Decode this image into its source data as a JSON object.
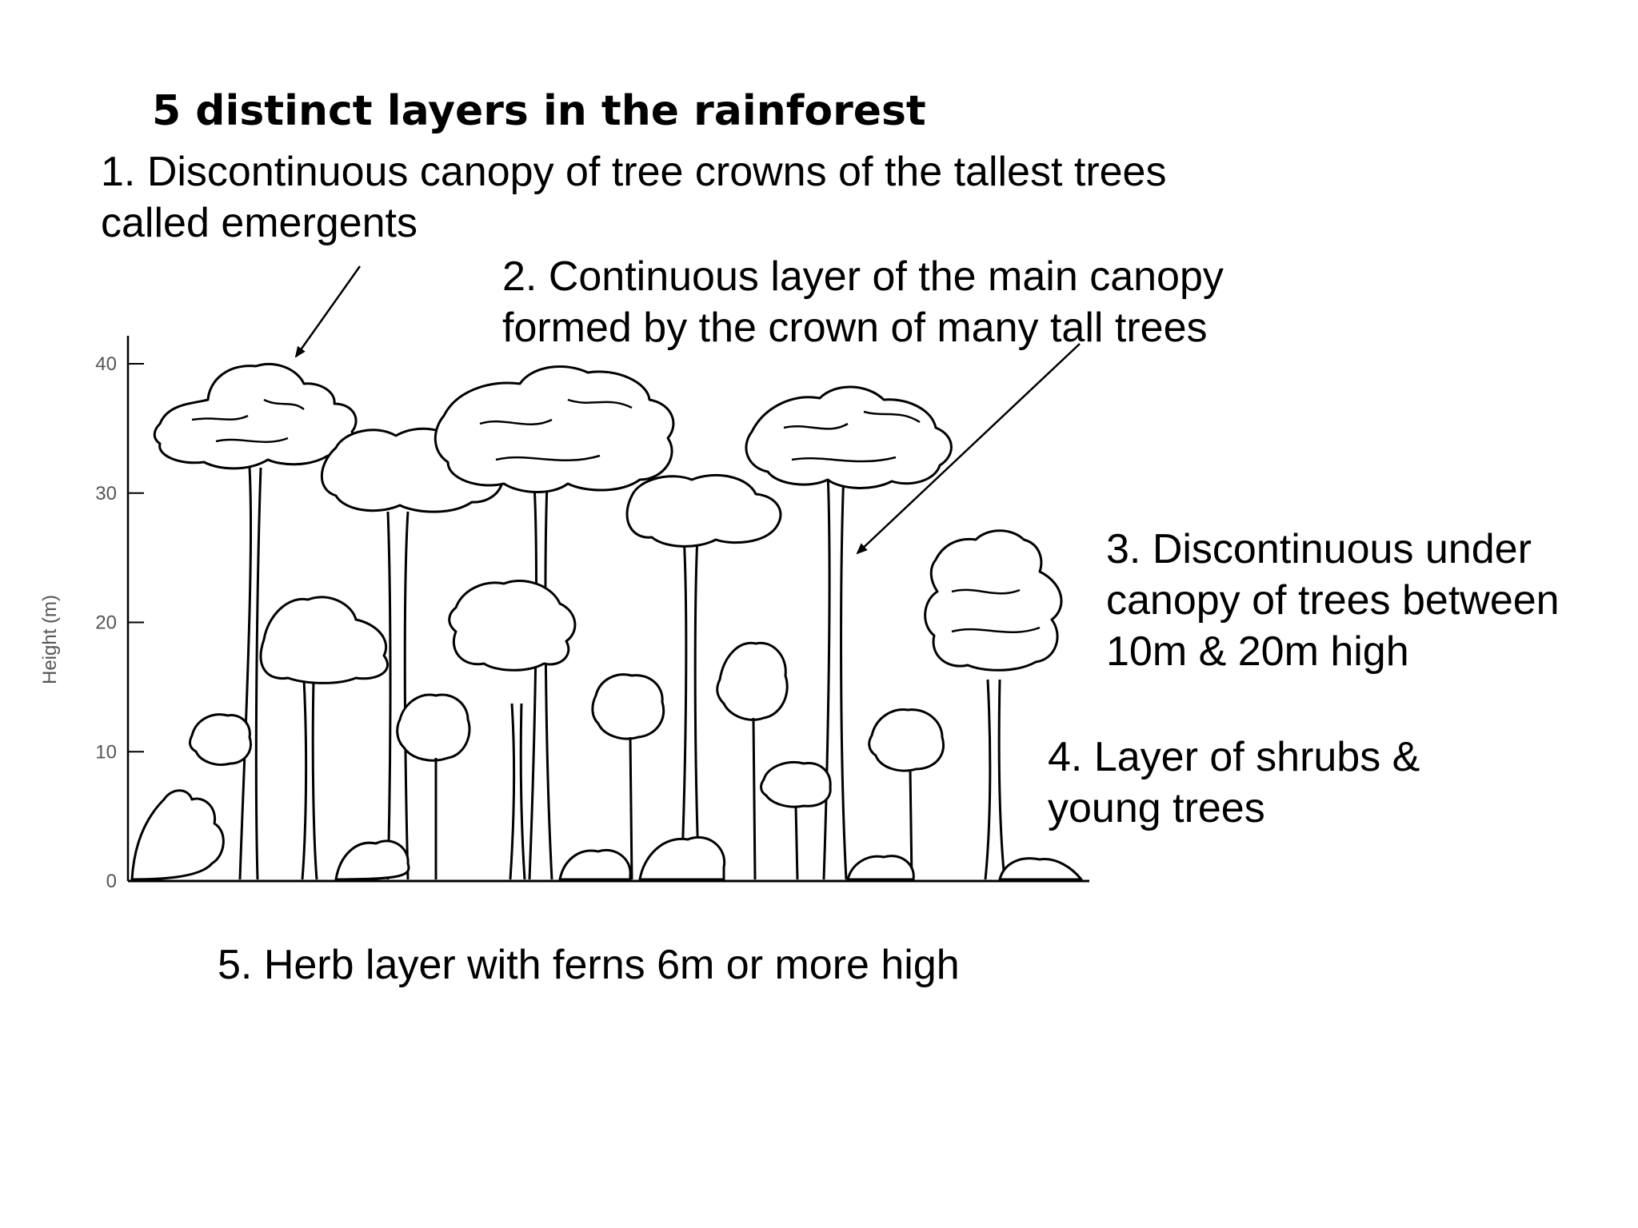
{
  "title": "5 distinct layers in the rainforest",
  "labels": {
    "layer1": [
      "1. Discontinuous canopy of tree crowns of the tallest trees",
      "called emergents"
    ],
    "layer2": [
      "2. Continuous layer of the main canopy",
      "formed by the crown of many tall trees"
    ],
    "layer3": [
      "3. Discontinuous under",
      "canopy of trees between",
      "10m & 20m high"
    ],
    "layer4": [
      "4. Layer of shrubs &",
      "young trees"
    ],
    "layer5": [
      "5. Herb layer with ferns 6m or more high"
    ]
  },
  "axis": {
    "label": "Height (m)",
    "ticks": [
      "0",
      "10",
      "20",
      "30",
      "40"
    ],
    "tick_values": [
      0,
      10,
      20,
      30,
      40
    ],
    "min": 0,
    "max": 40
  },
  "colors": {
    "ink": "#000000",
    "axis_text": "#555555",
    "background": "#ffffff"
  }
}
